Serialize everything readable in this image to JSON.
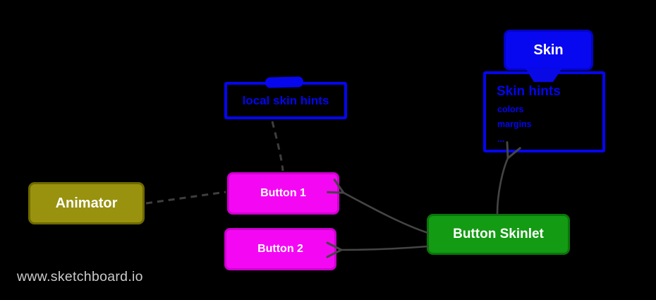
{
  "watermark": {
    "label": "www.sketchboard.io",
    "color": "#cacaca"
  },
  "colors": {
    "background": "#000000",
    "blue_fill": "#0707f0",
    "blue_outline": "#0505ee",
    "olive_fill": "#98920e",
    "magenta_fill": "#f408f4",
    "green_fill": "#139b13",
    "connector_gray": "#454545",
    "label_text": "#ffffff"
  },
  "nodes": {
    "skin": {
      "label": "Skin",
      "shape": "filled-box",
      "fill": "#0707f0"
    },
    "skin_hints": {
      "title": "Skin hints",
      "items": [
        "colors",
        "margins",
        "..."
      ],
      "shape": "outlined-box",
      "border": "#0505ee"
    },
    "local_skin_hints": {
      "label": "local skin hints",
      "shape": "outlined-box",
      "border": "#0505ee"
    },
    "animator": {
      "label": "Animator",
      "shape": "filled-box",
      "fill": "#98920e"
    },
    "button1": {
      "label": "Button 1",
      "shape": "filled-box",
      "fill": "#f408f4"
    },
    "button2": {
      "label": "Button 2",
      "shape": "filled-box",
      "fill": "#f408f4"
    },
    "button_skinlet": {
      "label": "Button Skinlet",
      "shape": "filled-box",
      "fill": "#139b13"
    }
  },
  "connectors": [
    {
      "from": "button_skinlet",
      "to": "button1",
      "style": "solid",
      "arrowhead": "open-v-at-button1"
    },
    {
      "from": "button_skinlet",
      "to": "button2",
      "style": "solid",
      "arrowhead": "open-v-at-button2"
    },
    {
      "from": "button_skinlet",
      "to": "skin_hints",
      "style": "solid",
      "arrowhead": "open-v-at-skin-hints"
    },
    {
      "from": "animator",
      "to": "button1",
      "style": "dashed",
      "arrowhead": "none"
    },
    {
      "from": "local_skin_hints",
      "to": "button1",
      "style": "dashed",
      "arrowhead": "none"
    }
  ]
}
